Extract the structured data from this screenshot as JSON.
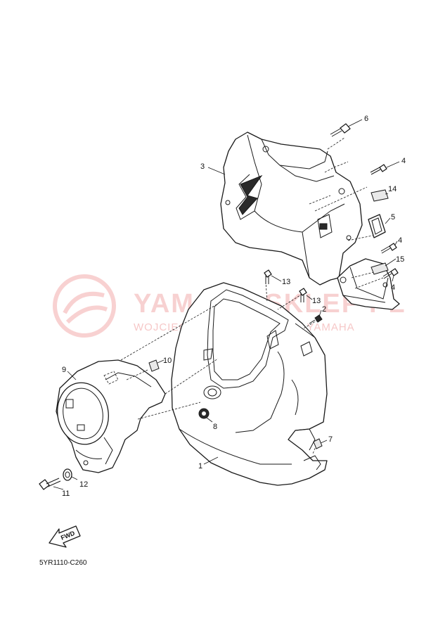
{
  "diagram": {
    "code": "5YR1110-C260",
    "fwd_label": "FWD",
    "watermark": {
      "title": "YAMAHA SKLEP PL",
      "subtitle": "WOJCIECH PIASECKI DEALER YAMAHA"
    },
    "callouts": [
      {
        "id": "c1",
        "label": "1"
      },
      {
        "id": "c2",
        "label": "2"
      },
      {
        "id": "c3",
        "label": "3"
      },
      {
        "id": "c4a",
        "label": "4"
      },
      {
        "id": "c4b",
        "label": "4"
      },
      {
        "id": "c4c",
        "label": "4"
      },
      {
        "id": "c5",
        "label": "5"
      },
      {
        "id": "c6",
        "label": "6"
      },
      {
        "id": "c7",
        "label": "7"
      },
      {
        "id": "c8",
        "label": "8"
      },
      {
        "id": "c9",
        "label": "9"
      },
      {
        "id": "c10",
        "label": "10"
      },
      {
        "id": "c11",
        "label": "11"
      },
      {
        "id": "c12",
        "label": "12"
      },
      {
        "id": "c13a",
        "label": "13"
      },
      {
        "id": "c13b",
        "label": "13"
      },
      {
        "id": "c14",
        "label": "14"
      },
      {
        "id": "c15",
        "label": "15"
      }
    ]
  }
}
